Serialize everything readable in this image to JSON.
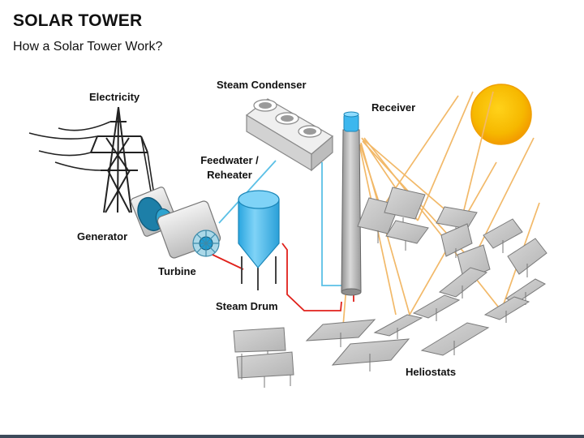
{
  "slide": {
    "title": "SOLAR TOWER",
    "subtitle": "How a Solar Tower Work?"
  },
  "labels": {
    "electricity": "Electricity",
    "steam_condenser": "Steam Condenser",
    "receiver": "Receiver",
    "feedwater_line1": "Feedwater /",
    "feedwater_line2": "Reheater",
    "generator": "Generator",
    "turbine": "Turbine",
    "steam_drum": "Steam Drum",
    "heliostats": "Heliostats"
  },
  "colors": {
    "sun_core": "#f6b800",
    "sun_edge": "#f39b00",
    "ray": "#f2b969",
    "feedwater_pipe": "#5bc0e6",
    "steam_pipe": "#e0211b",
    "tank": "#3db7ee",
    "panel": "#c9c9c9",
    "tower": "#b9b9b9",
    "bottom_bar": "#3d4a5a"
  }
}
